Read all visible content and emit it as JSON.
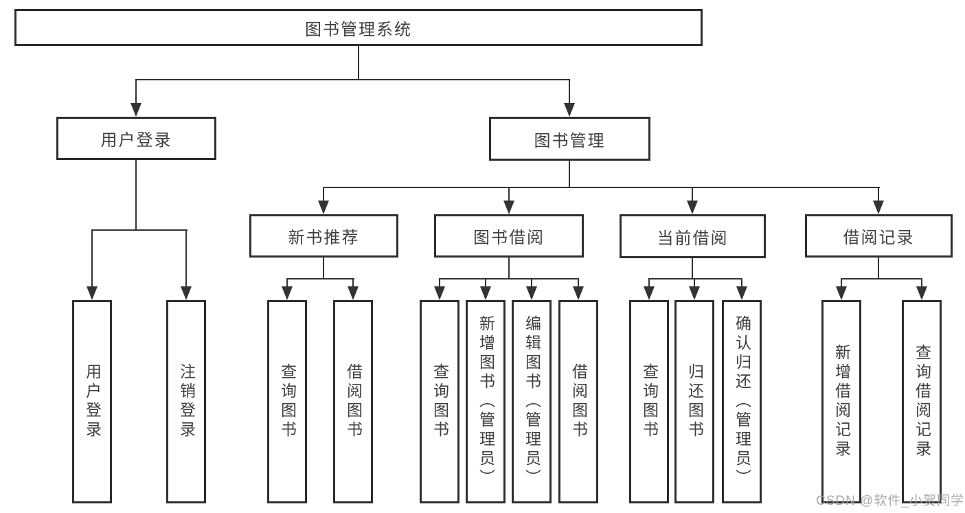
{
  "diagram": {
    "title_node": "图书管理系统",
    "root": {
      "label": "图书管理系统"
    },
    "branches": [
      {
        "label": "用户登录",
        "children": [
          {
            "label": "用户登录"
          },
          {
            "label": "注销登录"
          }
        ]
      },
      {
        "label": "图书管理",
        "children": [
          {
            "label": "新书推荐",
            "children": [
              {
                "label": "查询图书"
              },
              {
                "label": "借阅图书"
              }
            ]
          },
          {
            "label": "图书借阅",
            "children": [
              {
                "label": "查询图书"
              },
              {
                "label": "新增图书（管理员）"
              },
              {
                "label": "编辑图书（管理员）"
              },
              {
                "label": "借阅图书"
              }
            ]
          },
          {
            "label": "当前借阅",
            "children": [
              {
                "label": "查询图书"
              },
              {
                "label": "归还图书"
              },
              {
                "label": "确认归还（管理员）"
              }
            ]
          },
          {
            "label": "借阅记录",
            "children": [
              {
                "label": "新增借阅记录"
              },
              {
                "label": "查询借阅记录"
              }
            ]
          }
        ]
      }
    ]
  },
  "watermark": {
    "text": "CSDN @软件_小贺同学"
  },
  "colors": {
    "line": "#333333",
    "border": "#2e2e2e",
    "text": "#3f3f3f",
    "watermark": "#a3a3a3",
    "background": "#ffffff"
  }
}
